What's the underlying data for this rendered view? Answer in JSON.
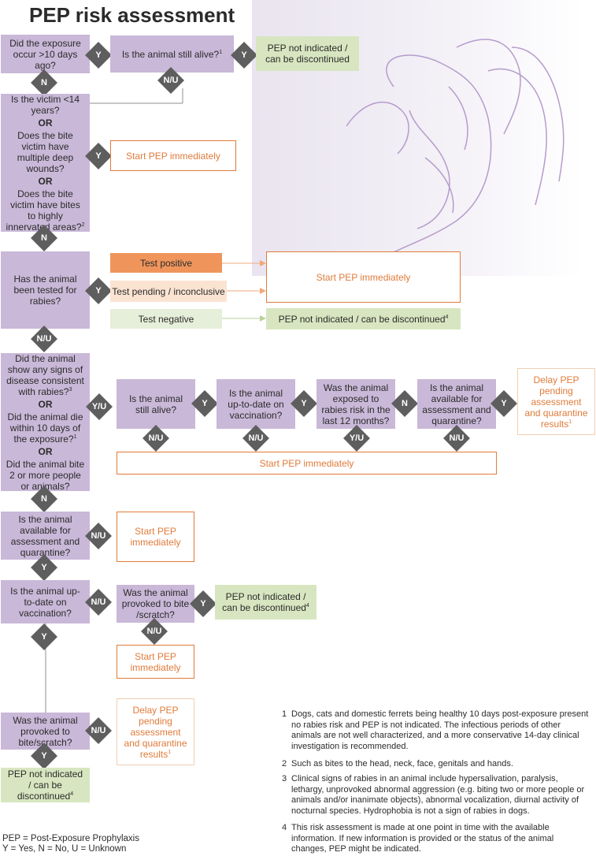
{
  "title": "PEP risk assessment",
  "q1": "Did the exposure occur >10 days ago?",
  "q_alive_top": "Is the animal still alive?",
  "q_alive_top_sup": "1",
  "green_top": "PEP not indicated / can be discontinued",
  "q2": {
    "line1": "Is the victim <14 years?",
    "or1": "OR",
    "line2": "Does the bite victim have multiple deep wounds?",
    "or2": "OR",
    "line3": "Does the bite victim have bites to highly innervated areas?",
    "line3_sup": "2"
  },
  "start_pep_1": "Start PEP immediately",
  "q3": "Has the animal been tested for rabies?",
  "test_positive": "Test positive",
  "test_pending": "Test pending / inconclusive",
  "test_negative": "Test negative",
  "start_pep_2": "Start PEP immediately",
  "green_mid": "PEP not indicated / can be discontinued",
  "green_mid_sup": "4",
  "q4": {
    "line1": "Did the animal show any signs of disease consistent with rabies?",
    "line1_sup": "3",
    "or1": "OR",
    "line2": "Did the animal die within 10 days of the exposure?",
    "line2_sup": "1",
    "or2": "OR",
    "line3": "Did the animal bite 2 or more people or animals?"
  },
  "row_q": {
    "alive": "Is the animal still alive?",
    "vacc": "Is the animal up-to-date on vaccination?",
    "exposed": "Was the animal exposed to rabies risk in the last 12 months?",
    "available": "Is the animal available for assessment and quarantine?"
  },
  "delay_1": "Delay PEP pending assessment and quarantine results",
  "delay_1_sup": "1",
  "start_pep_wide": "Start PEP immediately",
  "q5": "Is the animal available for assessment and quarantine?",
  "start_pep_3": "Start PEP immediately",
  "q6": "Is the animal up-to-date on vaccination?",
  "q_provoked_mid": "Was the animal provoked to bite /scratch?",
  "green_provoked": "PEP not indicated / can be discontinued",
  "green_provoked_sup": "4",
  "start_pep_4": "Start PEP immediately",
  "q7": "Was the animal provoked to bite/scratch?",
  "delay_2": "Delay PEP pending assessment and quarantine results",
  "delay_2_sup": "1",
  "green_bottom": "PEP not indicated / can be discontinued",
  "green_bottom_sup": "4",
  "labels": {
    "y": "Y",
    "n": "N",
    "nu": "N/U",
    "yu": "Y/U"
  },
  "footnotes": [
    {
      "num": "1",
      "text": "Dogs, cats and domestic ferrets being healthy 10 days post-exposure present no rabies risk and PEP is not indicated. The infectious periods of other animals are not well characterized, and a more conservative 14-day clinical investigation is recommended."
    },
    {
      "num": "2",
      "text": "Such as bites to the head, neck, face, genitals and hands."
    },
    {
      "num": "3",
      "text": "Clinical signs of rabies in an animal include hypersalivation, paralysis, lethargy, unprovoked abnormal aggression (e.g. biting two or more people or animals and/or inanimate objects), abnormal vocalization, diurnal activity of nocturnal species. Hydrophobia is not a sign of rabies in dogs."
    },
    {
      "num": "4",
      "text": "This risk assessment is made at one point in time with the available information. If new information is provided or the status of the animal changes, PEP might be indicated."
    }
  ],
  "legend": {
    "line1": "PEP = Post-Exposure Prophylaxis",
    "line2": "Y = Yes,  N = No, U = Unknown"
  },
  "colors": {
    "question": "#c9b8d8",
    "orange": "#e07b3a",
    "green": "#d7e6c0",
    "diamond": "#5e5e5e",
    "positive": "#ef955c",
    "pending": "#fbe3d2",
    "negative": "#e6efd9"
  }
}
